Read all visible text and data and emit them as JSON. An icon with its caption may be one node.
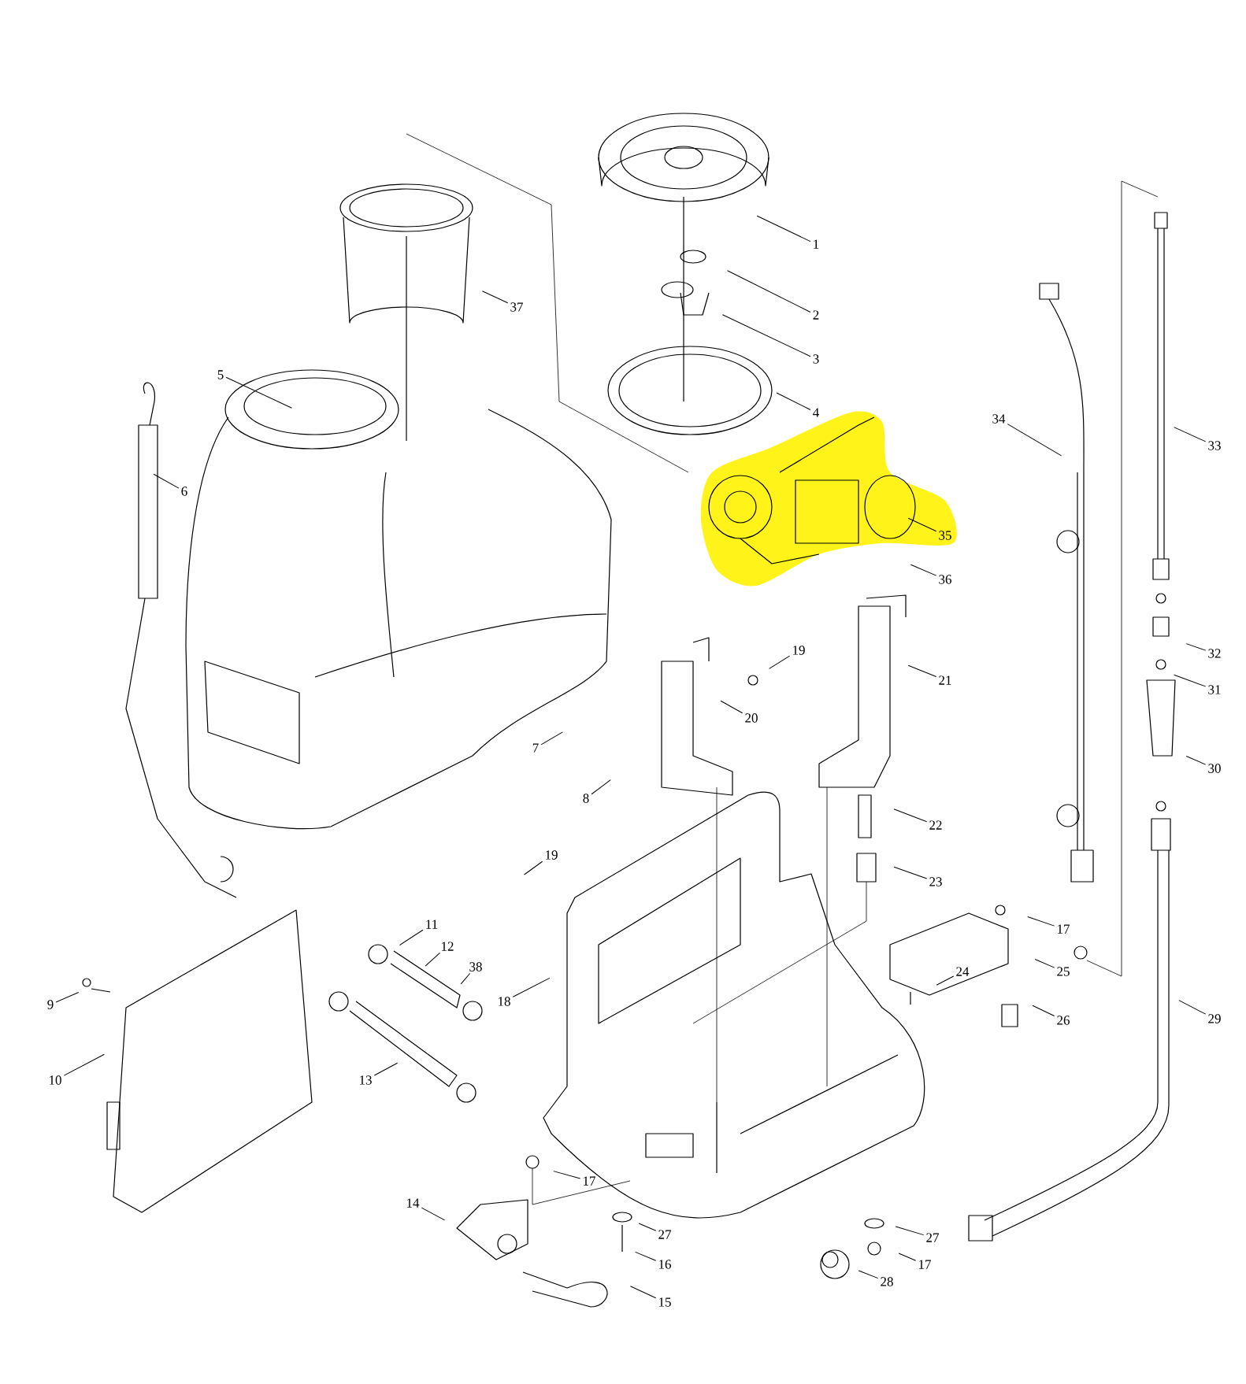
{
  "diagram": {
    "nodes": [
      {
        "text": [
          "1"
        ]
      },
      {
        "text": [
          "2"
        ]
      },
      {
        "text": [
          "3"
        ]
      },
      {
        "text": [
          "4"
        ]
      },
      {
        "text": [
          "35"
        ]
      },
      {
        "text": [
          "36"
        ]
      },
      {
        "text": [
          "37"
        ]
      },
      {
        "text": [
          "5"
        ]
      },
      {
        "text": [
          "6"
        ]
      },
      {
        "text": [
          "34"
        ]
      },
      {
        "text": [
          "33"
        ]
      },
      {
        "text": [
          "32"
        ]
      },
      {
        "text": [
          "31"
        ]
      },
      {
        "text": [
          "30"
        ]
      },
      {
        "text": [
          "19"
        ]
      },
      {
        "text": [
          "20"
        ]
      },
      {
        "text": [
          "21"
        ]
      },
      {
        "text": [
          "7"
        ]
      },
      {
        "text": [
          "8"
        ]
      },
      {
        "text": [
          "22"
        ]
      },
      {
        "text": [
          "23"
        ]
      },
      {
        "text": [
          "19"
        ]
      },
      {
        "text": [
          "17"
        ]
      },
      {
        "text": [
          "25"
        ]
      },
      {
        "text": [
          "24"
        ]
      },
      {
        "text": [
          "26"
        ]
      },
      {
        "text": [
          "29"
        ]
      },
      {
        "text": [
          "11"
        ]
      },
      {
        "text": [
          "12"
        ]
      },
      {
        "text": [
          "38"
        ]
      },
      {
        "text": [
          "9"
        ]
      },
      {
        "text": [
          "18"
        ]
      },
      {
        "text": [
          "10"
        ]
      },
      {
        "text": [
          "13"
        ]
      },
      {
        "text": [
          "17"
        ]
      },
      {
        "text": [
          "14"
        ]
      },
      {
        "text": [
          "27"
        ]
      },
      {
        "text": [
          "16"
        ]
      },
      {
        "text": [
          "27"
        ]
      },
      {
        "text": [
          "17"
        ]
      },
      {
        "text": [
          "28"
        ]
      },
      {
        "text": [
          "15"
        ]
      }
    ],
    "edges": [
      {
        "from": 0,
        "to": null,
        "arrow": "none"
      },
      {
        "from": 1,
        "to": null,
        "arrow": "none"
      },
      {
        "from": 2,
        "to": null,
        "arrow": "none"
      },
      {
        "from": 3,
        "to": null,
        "arrow": "none"
      },
      {
        "from": 4,
        "to": null,
        "arrow": "none"
      },
      {
        "from": 5,
        "to": null,
        "arrow": "none"
      },
      {
        "from": 6,
        "to": null,
        "arrow": "none"
      },
      {
        "from": 7,
        "to": null,
        "arrow": "none"
      },
      {
        "from": 8,
        "to": null,
        "arrow": "none"
      },
      {
        "from": 9,
        "to": null,
        "arrow": "none"
      },
      {
        "from": 10,
        "to": null,
        "arrow": "none"
      },
      {
        "from": 11,
        "to": null,
        "arrow": "none"
      },
      {
        "from": 12,
        "to": null,
        "arrow": "none"
      },
      {
        "from": 13,
        "to": null,
        "arrow": "none"
      },
      {
        "from": 14,
        "to": null,
        "arrow": "none"
      },
      {
        "from": 15,
        "to": null,
        "arrow": "none"
      },
      {
        "from": 16,
        "to": null,
        "arrow": "none"
      },
      {
        "from": 17,
        "to": null,
        "arrow": "none"
      },
      {
        "from": 18,
        "to": null,
        "arrow": "none"
      },
      {
        "from": 19,
        "to": null,
        "arrow": "none"
      },
      {
        "from": 20,
        "to": null,
        "arrow": "none"
      },
      {
        "from": 21,
        "to": null,
        "arrow": "none"
      },
      {
        "from": 22,
        "to": null,
        "arrow": "none"
      },
      {
        "from": 23,
        "to": null,
        "arrow": "none"
      },
      {
        "from": 24,
        "to": null,
        "arrow": "none"
      },
      {
        "from": 25,
        "to": null,
        "arrow": "none"
      },
      {
        "from": 26,
        "to": null,
        "arrow": "none"
      },
      {
        "from": 27,
        "to": null,
        "arrow": "none"
      },
      {
        "from": 28,
        "to": null,
        "arrow": "none"
      },
      {
        "from": 29,
        "to": null,
        "arrow": "none"
      },
      {
        "from": 30,
        "to": null,
        "arrow": "none"
      },
      {
        "from": 31,
        "to": null,
        "arrow": "none"
      },
      {
        "from": 32,
        "to": null,
        "arrow": "none"
      },
      {
        "from": 33,
        "to": null,
        "arrow": "none"
      },
      {
        "from": 34,
        "to": null,
        "arrow": "none"
      },
      {
        "from": 35,
        "to": null,
        "arrow": "none"
      },
      {
        "from": 36,
        "to": null,
        "arrow": "none"
      },
      {
        "from": 37,
        "to": null,
        "arrow": "none"
      },
      {
        "from": 38,
        "to": null,
        "arrow": "none"
      },
      {
        "from": 39,
        "to": null,
        "arrow": "none"
      },
      {
        "from": 40,
        "to": null,
        "arrow": "none"
      },
      {
        "from": 41,
        "to": null,
        "arrow": "none"
      }
    ]
  }
}
